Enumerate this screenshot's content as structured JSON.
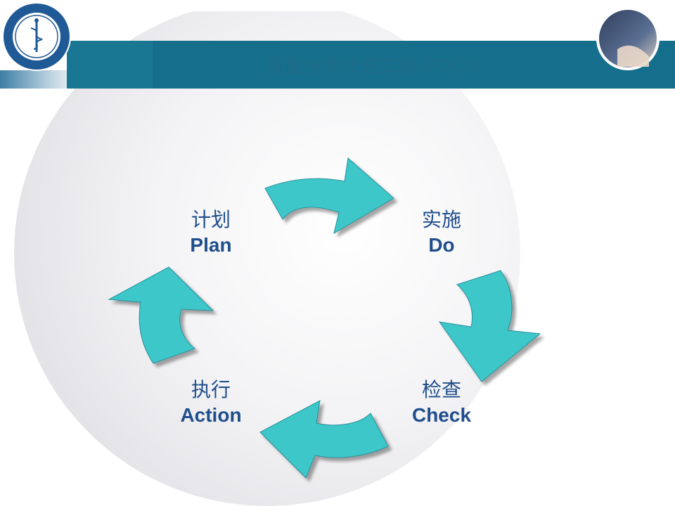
{
  "slide": {
    "title": "质量持续改进工具-PDCA"
  },
  "cycle": {
    "plan": {
      "zh": "计划",
      "en": "Plan"
    },
    "do": {
      "zh": "实施",
      "en": "Do"
    },
    "check": {
      "zh": "检查",
      "en": "Check"
    },
    "action": {
      "zh": "执行",
      "en": "Action"
    }
  },
  "colors": {
    "arrow_fill": "#3ec7c9",
    "arrow_stroke": "#2a8f9a",
    "header_band": "#156f8c",
    "label_text": "#1f4e8c"
  },
  "icons": {
    "logo": "hospital-seal-icon",
    "photo": "round-photo-icon"
  }
}
